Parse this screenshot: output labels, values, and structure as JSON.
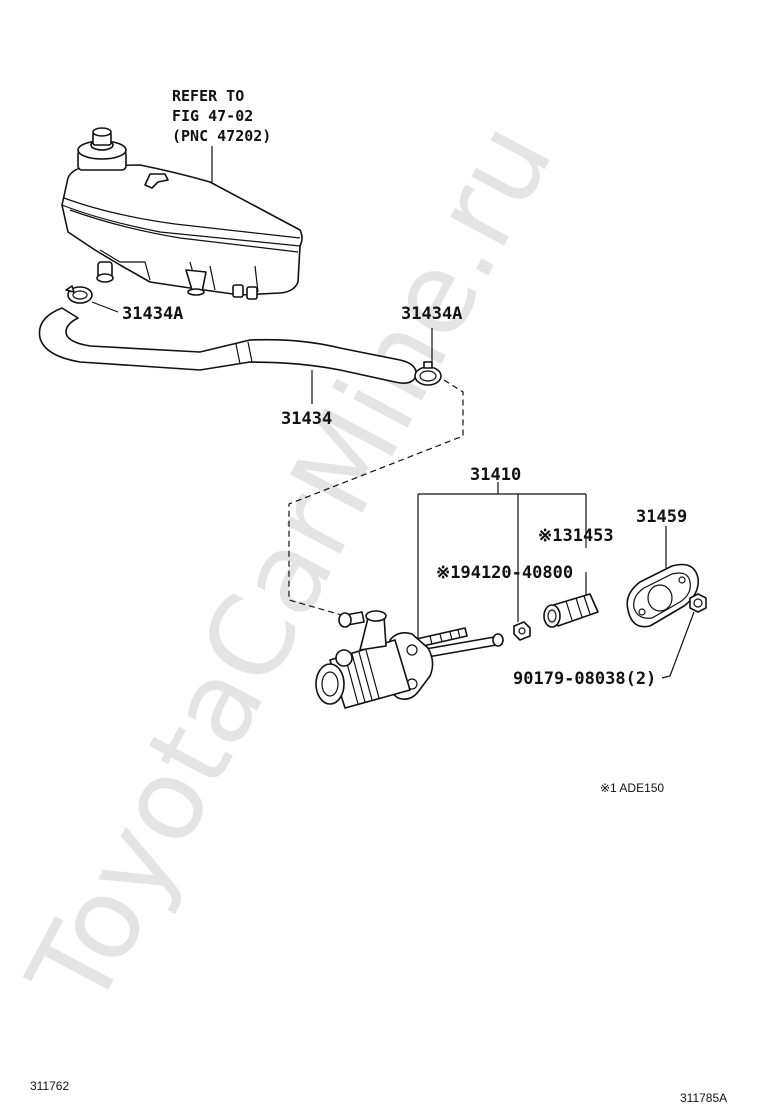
{
  "watermark": "ToyotaCarMine.ru",
  "labels": {
    "refer_line1": "REFER TO",
    "refer_line2": "FIG 47-02",
    "refer_line3": "(PNC 47202)",
    "clip_left": "31434A",
    "clip_right": "31434A",
    "hose": "31434",
    "cylinder_assy": "31410",
    "kit": "※131453",
    "nut": "※194120-40800",
    "gasket": "31459",
    "bolt": "90179-08038(2)",
    "footnote": "※1 ADE150"
  },
  "footer": {
    "left_code": "311762",
    "right_code": "311785A"
  }
}
